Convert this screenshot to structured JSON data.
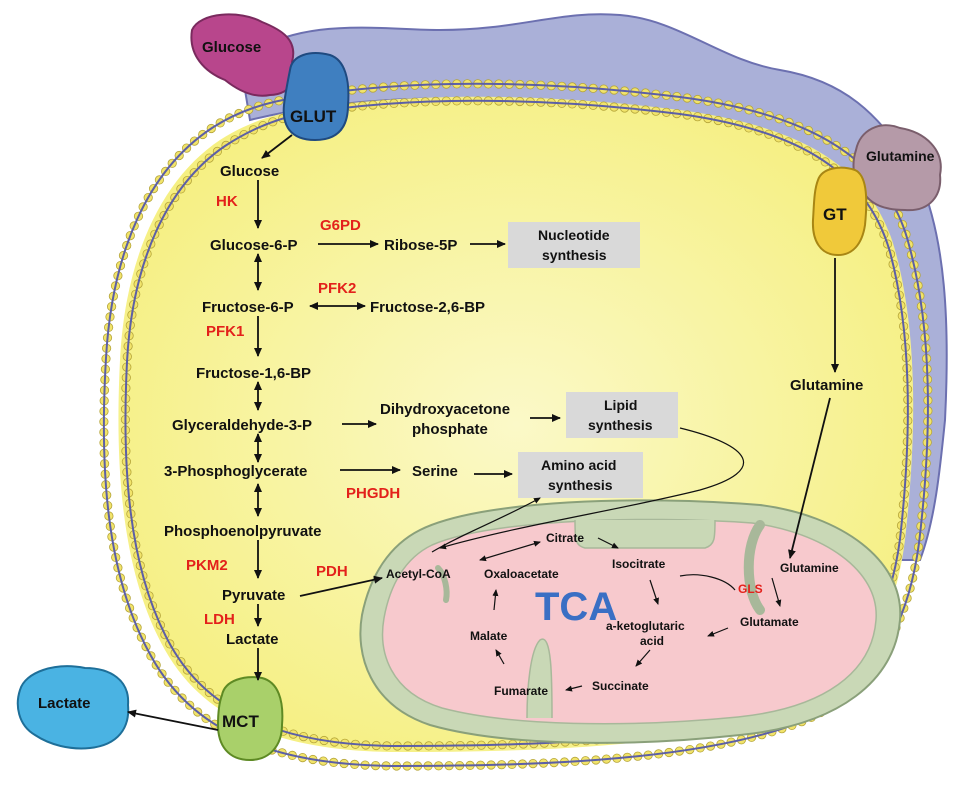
{
  "transporters": {
    "glut": "GLUT",
    "gt": "GT",
    "mct": "MCT"
  },
  "external": {
    "glucose": "Glucose",
    "glutamine": "Glutamine",
    "lactate": "Lactate"
  },
  "glycolysis": {
    "glucose": "Glucose",
    "glucose6p": "Glucose-6-P",
    "fructose6p": "Fructose-6-P",
    "fructose16bp": "Fructose-1,6-BP",
    "glyceraldehyde3p": "Glyceraldehyde-3-P",
    "phosphoglycerate": "3-Phosphoglycerate",
    "pep": "Phosphoenolpyruvate",
    "pyruvate": "Pyruvate",
    "lactate": "Lactate"
  },
  "branches": {
    "ribose5p": "Ribose-5P",
    "fructose26bp": "Fructose-2,6-BP",
    "dhap_line1": "Dihydroxyacetone",
    "dhap_line2": "phosphate",
    "serine": "Serine",
    "glutamine_cyto": "Glutamine"
  },
  "enzymes": {
    "hk": "HK",
    "g6pd": "G6PD",
    "pfk2": "PFK2",
    "pfk1": "PFK1",
    "phgdh": "PHGDH",
    "pkm2": "PKM2",
    "pdh": "PDH",
    "ldh": "LDH",
    "gls": "GLS"
  },
  "boxes": {
    "nucleotide_line1": "Nucleotide",
    "nucleotide_line2": "synthesis",
    "lipid_line1": "Lipid",
    "lipid_line2": "synthesis",
    "amino_line1": "Amino acid",
    "amino_line2": "synthesis"
  },
  "mitochondrion": {
    "tca": "TCA",
    "acetyl_coa": "Acetyl-CoA",
    "citrate": "Citrate",
    "isocitrate": "Isocitrate",
    "oxaloacetate": "Oxaloacetate",
    "akg_line1": "a-ketoglutaric",
    "akg_line2": "acid",
    "malate": "Malate",
    "fumarate": "Fumarate",
    "succinate": "Succinate",
    "glutamine": "Glutamine",
    "glutamate": "Glutamate"
  },
  "colors": {
    "cytoplasm": "#f8f49a",
    "membrane_head": "#f2e46a",
    "membrane_line": "#5c5fa6",
    "er_fill": "#aab0d8",
    "mito_outer": "#c9d8b6",
    "mito_inner": "#f7c9cd",
    "enzyme_red": "#e3211b",
    "tca_blue": "#3a6fc4",
    "box_gray": "#d9d9d9",
    "glucose_magenta": "#b8468c",
    "glut_blue": "#3f7fc0",
    "glutamine_mauve": "#b59aa8",
    "gt_yellow": "#f0c93a",
    "mct_green": "#a9d06a",
    "lactate_cyan": "#4ab3e3"
  }
}
